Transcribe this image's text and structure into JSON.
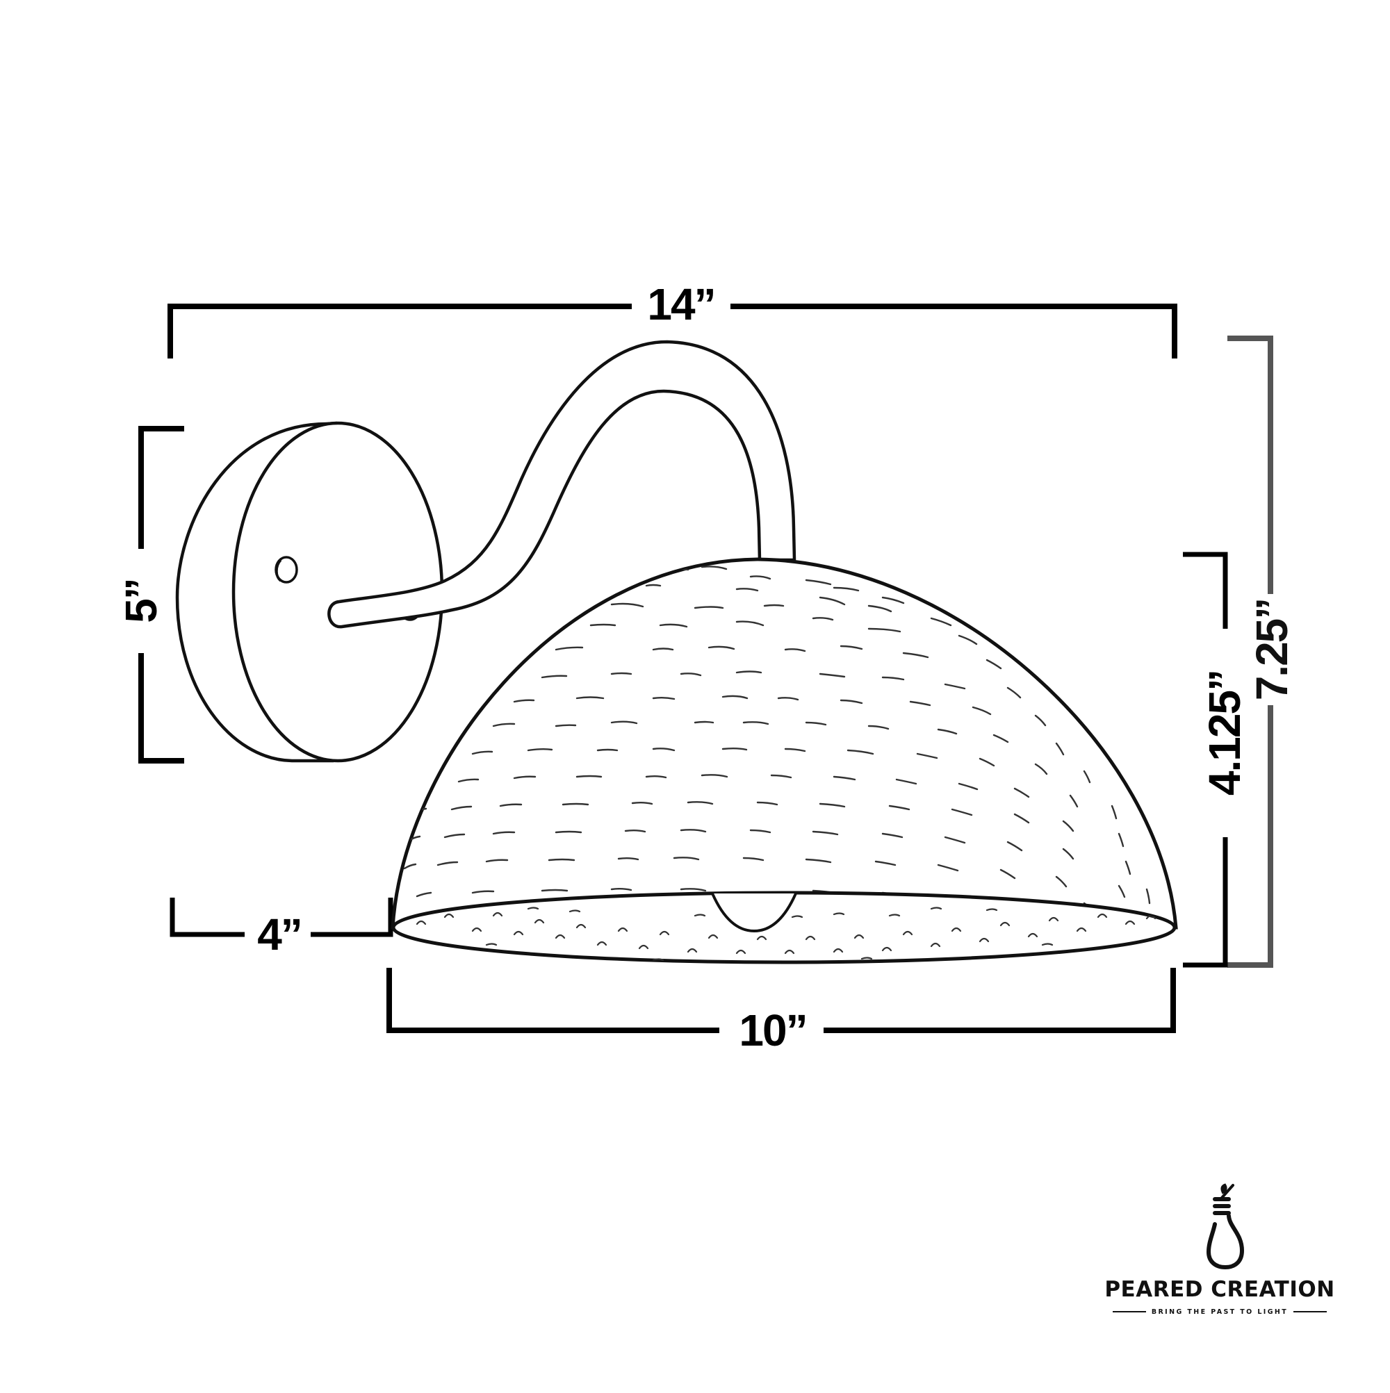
{
  "diagram": {
    "title": "Gooseneck sconce with hammered dome shade — dimension drawing",
    "colors": {
      "line": "#000000",
      "secondary_dimension": "#555555",
      "background": "#ffffff"
    },
    "dimensions": {
      "overall_width": {
        "label": "14”",
        "orientation": "horizontal"
      },
      "overall_height": {
        "label": "7.25”",
        "orientation": "vertical"
      },
      "shade_height": {
        "label": "4.125”",
        "orientation": "vertical"
      },
      "backplate_diameter": {
        "label": "5”",
        "orientation": "vertical"
      },
      "backplate_to_shade": {
        "label": "4”",
        "orientation": "horizontal"
      },
      "shade_diameter": {
        "label": "10”",
        "orientation": "horizontal"
      }
    },
    "components": [
      "round-backplate",
      "gooseneck-arm",
      "hammered-dome-shade",
      "bulb"
    ]
  },
  "brand": {
    "name": "PEARED CREATION",
    "tagline": "BRING THE PAST TO LIGHT",
    "icon": "pear-bulb-icon"
  }
}
